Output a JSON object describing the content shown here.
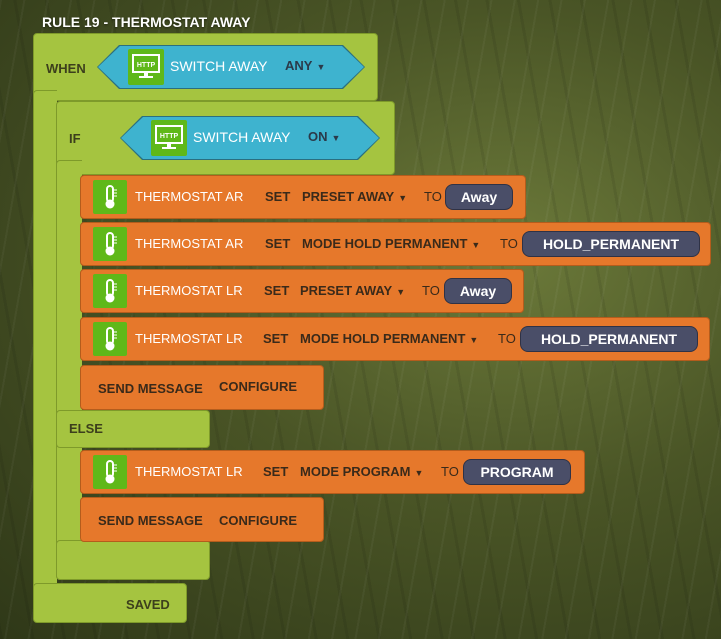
{
  "rule_title": "RULE 19 - THERMOSTAT AWAY",
  "when": {
    "label": "WHEN",
    "trigger": {
      "icon": "http-monitor-icon",
      "icon_text": "HTTP",
      "device": "SWITCH AWAY",
      "value": "ANY"
    }
  },
  "if": {
    "label": "IF",
    "condition": {
      "icon": "http-monitor-icon",
      "icon_text": "HTTP",
      "device": "SWITCH AWAY",
      "value": "ON"
    },
    "actions": [
      {
        "icon": "thermometer-icon",
        "device": "THERMOSTAT AR",
        "verb": "SET",
        "property": "PRESET AWAY",
        "to": "TO",
        "value": "Away"
      },
      {
        "icon": "thermometer-icon",
        "device": "THERMOSTAT AR",
        "verb": "SET",
        "property": "MODE HOLD PERMANENT",
        "to": "TO",
        "value": "HOLD_PERMANENT"
      },
      {
        "icon": "thermometer-icon",
        "device": "THERMOSTAT LR",
        "verb": "SET",
        "property": "PRESET AWAY",
        "to": "TO",
        "value": "Away"
      },
      {
        "icon": "thermometer-icon",
        "device": "THERMOSTAT LR",
        "verb": "SET",
        "property": "MODE HOLD PERMANENT",
        "to": "TO",
        "value": "HOLD_PERMANENT"
      }
    ],
    "message": {
      "label": "SEND MESSAGE",
      "value": "CONFIGURE"
    }
  },
  "else": {
    "label": "ELSE",
    "actions": [
      {
        "icon": "thermometer-icon",
        "device": "THERMOSTAT LR",
        "verb": "SET",
        "property": "MODE PROGRAM",
        "to": "TO",
        "value": "PROGRAM"
      }
    ],
    "message": {
      "label": "SEND MESSAGE",
      "value": "CONFIGURE"
    }
  },
  "status": "SAVED",
  "colors": {
    "rule_block": "#a5c440",
    "trigger_block": "#3eb3cf",
    "action_block": "#e6782b",
    "value_pill": "#4a4e68",
    "icon_bg": "#5fb819"
  }
}
